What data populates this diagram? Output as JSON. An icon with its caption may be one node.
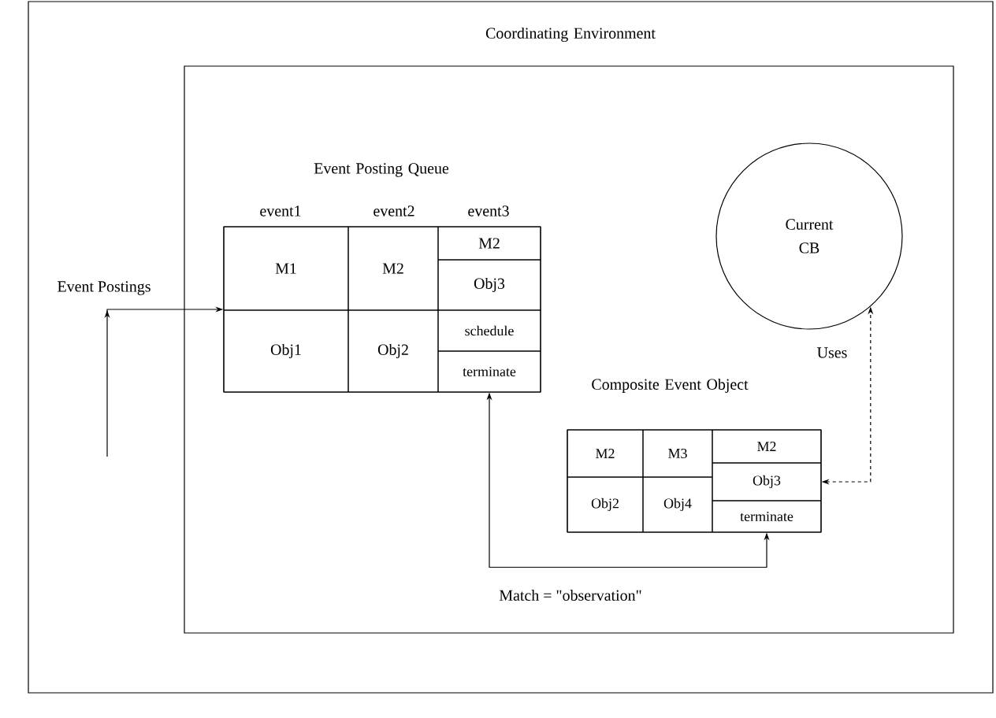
{
  "diagram": {
    "nodes": [
      {
        "text": [
          "Coordinating Environment"
        ]
      },
      {
        "text": [
          "Event Posting Queue"
        ],
        "in": 0
      },
      {
        "text": [
          "M1"
        ],
        "in": 1
      },
      {
        "text": [
          "M2"
        ],
        "in": 1
      },
      {
        "text": [
          "M2"
        ],
        "in": 1
      },
      {
        "text": [
          "Obj3"
        ],
        "in": 1
      },
      {
        "text": [
          "Obj1"
        ],
        "in": 1
      },
      {
        "text": [
          "Obj2"
        ],
        "in": 1
      },
      {
        "text": [
          "schedule"
        ],
        "in": 1
      },
      {
        "text": [
          "terminate"
        ],
        "in": 1
      },
      {
        "text": [
          "Current CB"
        ],
        "in": 0
      },
      {
        "text": [
          "Composite Event Object"
        ],
        "in": 0
      },
      {
        "text": [
          "M2"
        ],
        "in": 11
      },
      {
        "text": [
          "M3"
        ],
        "in": 11
      },
      {
        "text": [
          "M2"
        ],
        "in": 11
      },
      {
        "text": [
          "Obj3"
        ],
        "in": 11
      },
      {
        "text": [
          "Obj2"
        ],
        "in": 11
      },
      {
        "text": [
          "Obj4"
        ],
        "in": 11
      },
      {
        "text": [
          "terminate"
        ],
        "in": 11
      }
    ],
    "edges": [
      {
        "from": null,
        "to": 1,
        "arrow": "to"
      },
      {
        "from": 9,
        "to": 18,
        "arrow": "both",
        "label": "Match = \"observation\""
      },
      {
        "from": 15,
        "to": 10,
        "arrow": "both",
        "style": "dashed",
        "label": "Uses"
      }
    ],
    "labels": [
      "event1",
      "event2",
      "event3",
      "Event Postings"
    ]
  }
}
